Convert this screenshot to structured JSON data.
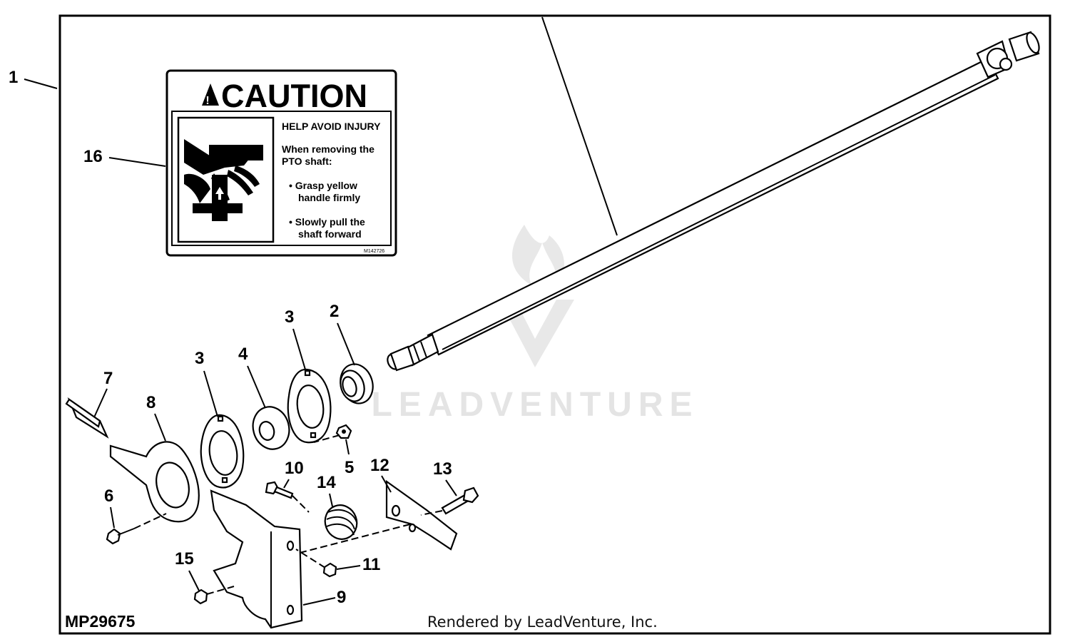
{
  "diagram": {
    "figure_id": "MP29675",
    "credit": "Rendered by LeadVenture, Inc.",
    "watermark": "LEADVENTURE",
    "callouts": [
      "1",
      "2",
      "3",
      "3",
      "4",
      "5",
      "6",
      "7",
      "8",
      "9",
      "10",
      "11",
      "12",
      "13",
      "14",
      "15",
      "16"
    ],
    "decal": {
      "title": "CAUTION",
      "heading": "HELP AVOID INJURY",
      "line1": "When removing the",
      "line2": "PTO shaft:",
      "bullet1a": "• Grasp yellow",
      "bullet1b": "handle firmly",
      "bullet2a": "• Slowly pull the",
      "bullet2b": "shaft forward",
      "code": "M142726"
    }
  }
}
